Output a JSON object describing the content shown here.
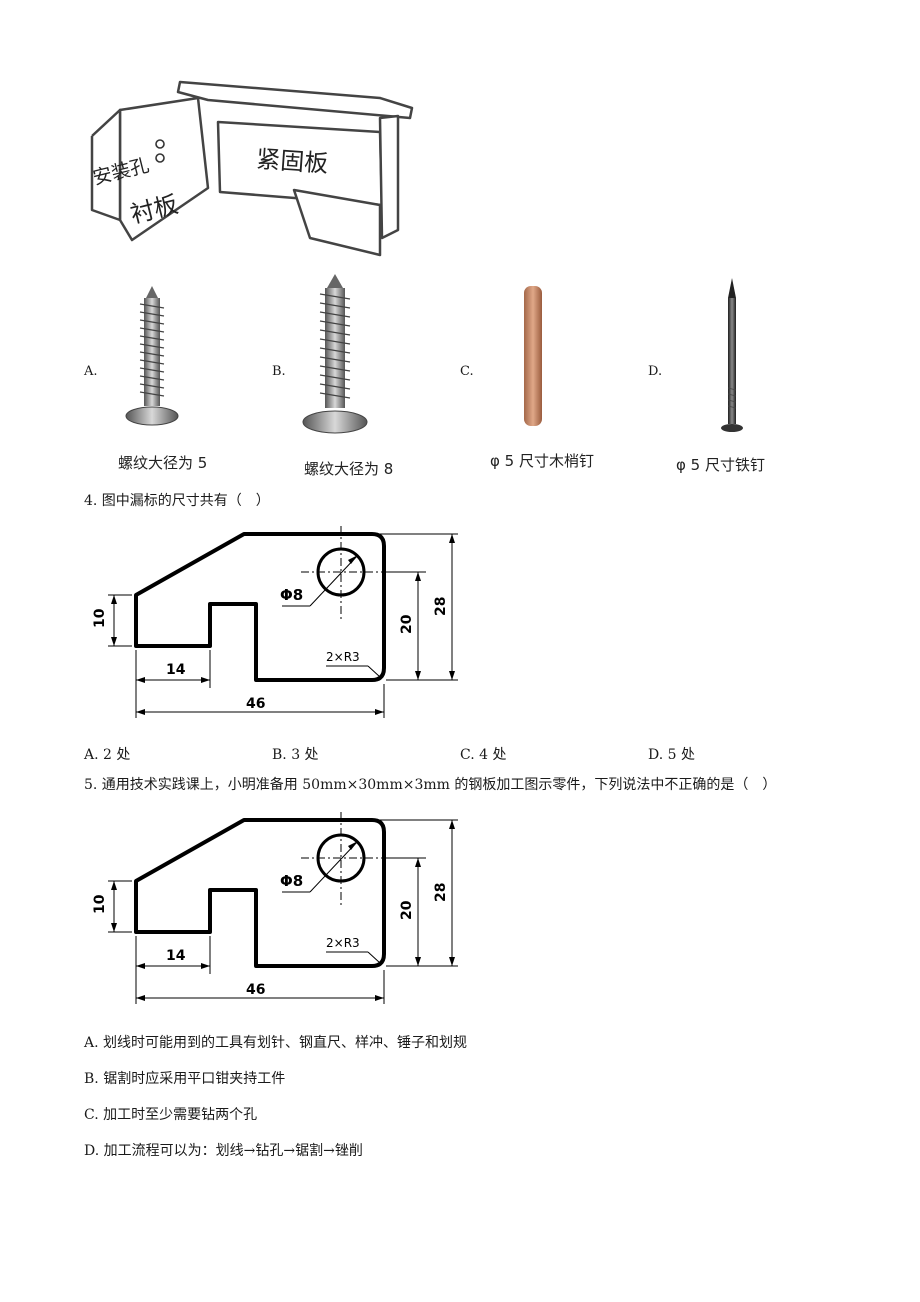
{
  "figure_top": {
    "hole_label": "安装孔",
    "liner_label": "衬板",
    "plate_label": "紧固板"
  },
  "q3_options": [
    {
      "letter": "A.",
      "caption": "螺纹大径为 5"
    },
    {
      "letter": "B.",
      "caption": "螺纹大径为 8"
    },
    {
      "letter": "C.",
      "caption": "φ 5 尺寸木梢钉"
    },
    {
      "letter": "D.",
      "caption": "φ 5 尺寸铁钉"
    }
  ],
  "q4": {
    "stem": "4. 图中漏标的尺寸共有（　）",
    "drawing": {
      "dia": "Φ8",
      "radius": "2×R3",
      "dim_10": "10",
      "dim_14": "14",
      "dim_46": "46",
      "dim_20": "20",
      "dim_28": "28"
    },
    "options": [
      "A. 2 处",
      "B. 3 处",
      "C. 4 处",
      "D. 5 处"
    ]
  },
  "q5": {
    "stem": "5. 通用技术实践课上，小明准备用 50mm×30mm×3mm 的钢板加工图示零件，下列说法中不正确的是（　）",
    "drawing": {
      "dia": "Φ8",
      "radius": "2×R3",
      "dim_10": "10",
      "dim_14": "14",
      "dim_46": "46",
      "dim_20": "20",
      "dim_28": "28"
    },
    "options": [
      "A.  划线时可能用到的工具有划针、钢直尺、样冲、锤子和划规",
      "B.  锯割时应采用平口钳夹持工件",
      "C.  加工时至少需要钻两个孔",
      "D.  加工流程可以为：划线→钻孔→锯割→锉削"
    ]
  }
}
